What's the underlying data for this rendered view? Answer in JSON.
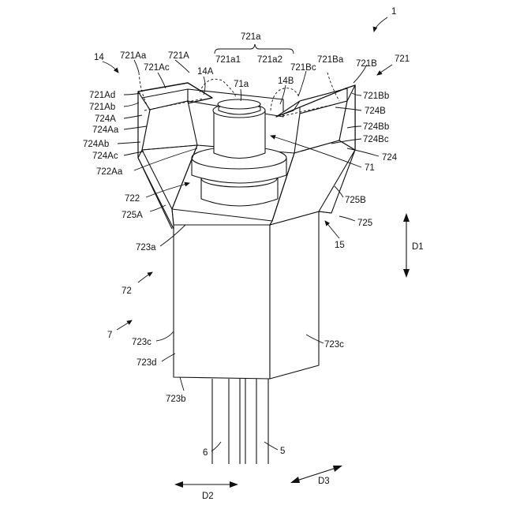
{
  "labels": {
    "fig_1": "1",
    "l_14": "14",
    "l_721Aa": "721Aa",
    "l_721A": "721A",
    "l_721a": "721a",
    "l_721a1": "721a1",
    "l_721a2": "721a2",
    "l_721Ba": "721Ba",
    "l_721B": "721B",
    "l_721": "721",
    "l_721Ac": "721Ac",
    "l_14A": "14A",
    "l_721Bc": "721Bc",
    "l_71a": "71a",
    "l_14B": "14B",
    "l_721Ad": "721Ad",
    "l_721Ab": "721Ab",
    "l_724A": "724A",
    "l_724Aa": "724Aa",
    "l_724Ab": "724Ab",
    "l_724Ac": "724Ac",
    "l_722Aa": "722Aa",
    "l_722": "722",
    "l_725A": "725A",
    "l_721Bb": "721Bb",
    "l_724B": "724B",
    "l_724Bb": "724Bb",
    "l_724Bc": "724Bc",
    "l_724": "724",
    "l_71": "71",
    "l_725B": "725B",
    "l_725": "725",
    "l_15": "15",
    "l_D1": "D1",
    "l_723a": "723a",
    "l_72": "72",
    "l_7": "7",
    "l_723c_left": "723c",
    "l_723c_right": "723c",
    "l_723d": "723d",
    "l_723b": "723b",
    "l_6": "6",
    "l_5": "5",
    "l_D2": "D2",
    "l_D3": "D3"
  }
}
